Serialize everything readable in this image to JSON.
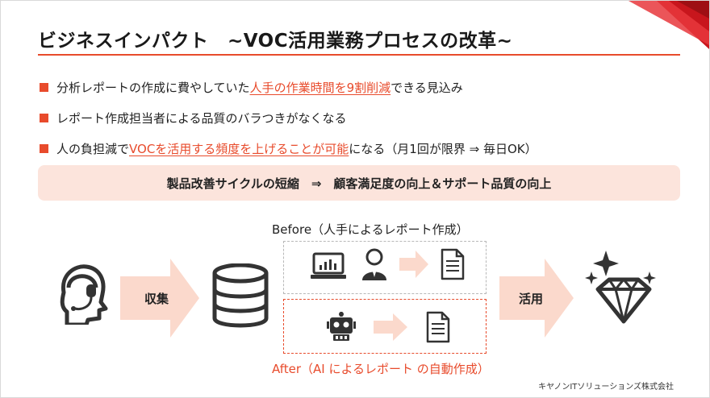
{
  "slide": {
    "title": "ビジネスインパクト　~VOC活用業務プロセスの改革~",
    "bullets": [
      {
        "pre": "分析レポートの作成に費やしていた",
        "highlight": "人手の作業時間を9割削減",
        "post": "できる見込み"
      },
      {
        "pre": "レポート作成担当者による品質のバラつきがなくなる",
        "highlight": "",
        "post": ""
      },
      {
        "pre": "人の負担減で",
        "highlight": "VOCを活用する頻度を上げることが可能",
        "post": "になる（月1回が限界 ⇒ 毎日OK）"
      }
    ],
    "banner": "製品改善サイクルの短縮　⇒　顧客満足度の向上＆サポート品質の向上",
    "flow": {
      "collect_label": "収集",
      "use_label": "活用",
      "before_label": "Before（人手によるレポート作成）",
      "after_label": "After（AI によるレポート の自動作成）"
    },
    "footer": "キヤノンITソリューションズ株式会社"
  },
  "colors": {
    "accent": "#e84b2c",
    "banner_bg": "#fce4dc",
    "arrow_fill": "#fbd9cc",
    "icon_dark": "#333333"
  },
  "icons": [
    "headset-operator-icon",
    "database-icon",
    "laptop-chart-icon",
    "person-icon",
    "document-icon",
    "robot-icon",
    "diamond-icon",
    "sparkle-icon"
  ]
}
